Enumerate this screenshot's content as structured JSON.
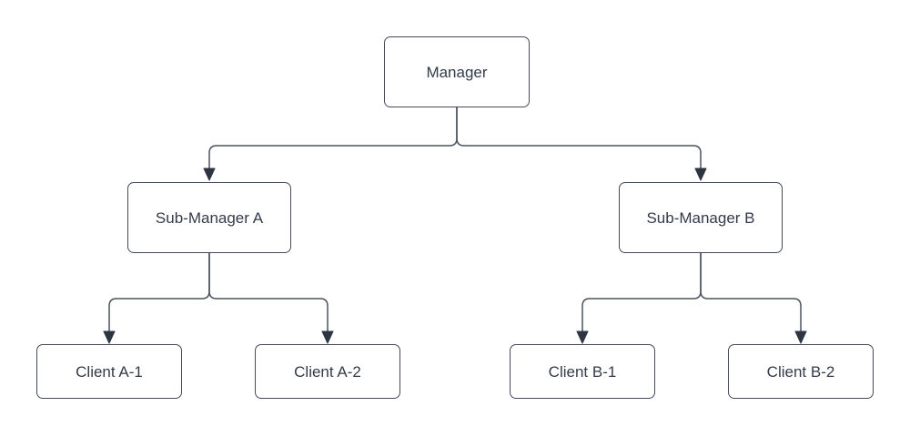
{
  "diagram": {
    "type": "org-chart-tree",
    "levels": 3,
    "nodes": {
      "manager": {
        "label": "Manager"
      },
      "sub_a": {
        "label": "Sub-Manager A"
      },
      "sub_b": {
        "label": "Sub-Manager B"
      },
      "client_a1": {
        "label": "Client A-1"
      },
      "client_a2": {
        "label": "Client A-2"
      },
      "client_b1": {
        "label": "Client B-1"
      },
      "client_b2": {
        "label": "Client B-2"
      }
    },
    "edges": [
      {
        "from": "Manager",
        "to": "Sub-Manager A",
        "arrow": "triangle-down"
      },
      {
        "from": "Manager",
        "to": "Sub-Manager B",
        "arrow": "triangle-down"
      },
      {
        "from": "Sub-Manager A",
        "to": "Client A-1",
        "arrow": "triangle-down"
      },
      {
        "from": "Sub-Manager A",
        "to": "Client A-2",
        "arrow": "triangle-down"
      },
      {
        "from": "Sub-Manager B",
        "to": "Client B-1",
        "arrow": "triangle-down"
      },
      {
        "from": "Sub-Manager B",
        "to": "Client B-2",
        "arrow": "triangle-down"
      }
    ]
  },
  "colors": {
    "background": "#ffffff",
    "node_fill": "#ffffff",
    "node_border": "#434c5a",
    "connector_line": "#4a5362",
    "arrowhead": "#2e3542",
    "text": "#333b4a"
  }
}
